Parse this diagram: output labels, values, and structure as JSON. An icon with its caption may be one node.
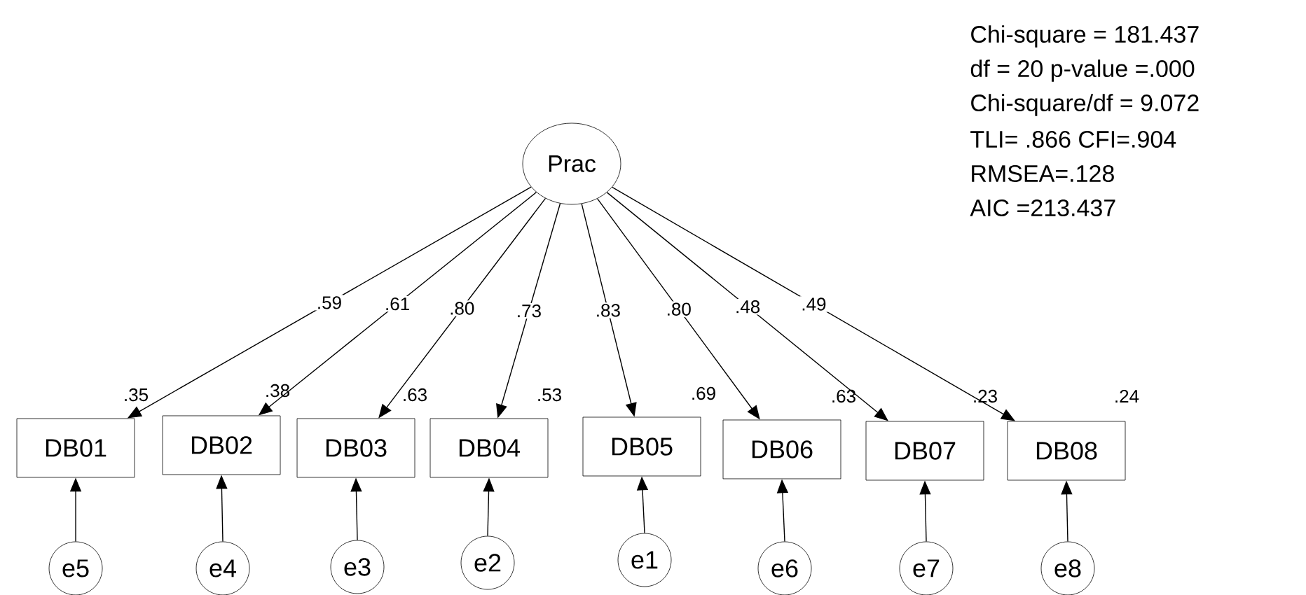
{
  "diagram": {
    "nodes": [
      {
        "text": [
          "Prac"
        ]
      },
      {
        "text": [
          "DB01"
        ],
        "beside": [
          ".35"
        ]
      },
      {
        "text": [
          "DB02"
        ],
        "beside": [
          ".38"
        ]
      },
      {
        "text": [
          "DB03"
        ],
        "beside": [
          ".63"
        ]
      },
      {
        "text": [
          "DB04"
        ],
        "beside": [
          ".53"
        ]
      },
      {
        "text": [
          "DB05"
        ],
        "beside": [
          ".69"
        ]
      },
      {
        "text": [
          "DB06"
        ],
        "beside": [
          ".63"
        ]
      },
      {
        "text": [
          "DB07"
        ],
        "beside": [
          ".23"
        ]
      },
      {
        "text": [
          "DB08"
        ],
        "beside": [
          ".24"
        ]
      },
      {
        "text": [
          "e5"
        ]
      },
      {
        "text": [
          "e4"
        ]
      },
      {
        "text": [
          "e3"
        ]
      },
      {
        "text": [
          "e2"
        ]
      },
      {
        "text": [
          "e1"
        ]
      },
      {
        "text": [
          "e6"
        ]
      },
      {
        "text": [
          "e7"
        ]
      },
      {
        "text": [
          "e8"
        ]
      }
    ],
    "edges": [
      {
        "from": 0,
        "to": 1,
        "arrow": "to",
        "label": ".59"
      },
      {
        "from": 0,
        "to": 2,
        "arrow": "to",
        "label": ".61"
      },
      {
        "from": 0,
        "to": 3,
        "arrow": "to",
        "label": ".80"
      },
      {
        "from": 0,
        "to": 4,
        "arrow": "to",
        "label": ".73"
      },
      {
        "from": 0,
        "to": 5,
        "arrow": "to",
        "label": ".83"
      },
      {
        "from": 0,
        "to": 6,
        "arrow": "to",
        "label": ".80"
      },
      {
        "from": 0,
        "to": 7,
        "arrow": "to",
        "label": ".48"
      },
      {
        "from": 0,
        "to": 8,
        "arrow": "to",
        "label": ".49"
      },
      {
        "from": 9,
        "to": 1,
        "arrow": "to"
      },
      {
        "from": 10,
        "to": 2,
        "arrow": "to"
      },
      {
        "from": 11,
        "to": 3,
        "arrow": "to"
      },
      {
        "from": 12,
        "to": 4,
        "arrow": "to"
      },
      {
        "from": 13,
        "to": 5,
        "arrow": "to"
      },
      {
        "from": 14,
        "to": 6,
        "arrow": "to"
      },
      {
        "from": 15,
        "to": 7,
        "arrow": "to"
      },
      {
        "from": 16,
        "to": 8,
        "arrow": "to"
      }
    ],
    "labels": [
      "Chi-square = 181.437",
      "df = 20   p-value =.000",
      "Chi-square/df = 9.072",
      "TLI= .866   CFI=.904",
      "RMSEA=.128",
      "AIC =213.437"
    ]
  }
}
